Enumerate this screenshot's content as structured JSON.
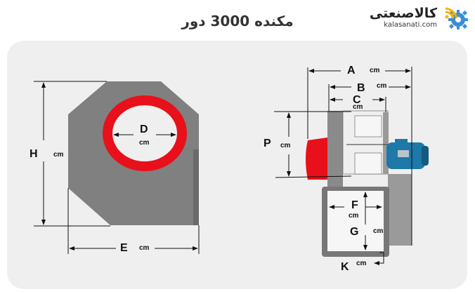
{
  "header": {
    "title": "مکنده 3000 دور",
    "logo": {
      "text_fa": "کالاصنعتی",
      "text_en": "kalasanati.com",
      "icon": "gear-wifi-icon"
    }
  },
  "diagram": {
    "unit": "cm",
    "front_view": {
      "labels": {
        "H": "H",
        "D": "D",
        "E": "E"
      },
      "units": {
        "H": "cm",
        "D": "cm",
        "E": "cm"
      }
    },
    "side_view": {
      "labels": {
        "A": "A",
        "B": "B",
        "C": "C",
        "P": "P"
      },
      "units": {
        "A": "cm",
        "B": "cm",
        "C": "cm",
        "P": "cm"
      }
    },
    "outlet_view": {
      "labels": {
        "F": "F",
        "G": "G",
        "K": "K"
      },
      "units": {
        "F": "cm",
        "G": "cm",
        "K": "cm"
      }
    },
    "colors": {
      "housing": "#808080",
      "housing_dark": "#6a6a6a",
      "inlet_ring": "#e8101a",
      "motor": "#1e78a8",
      "panel_bg": "#efefef"
    }
  }
}
